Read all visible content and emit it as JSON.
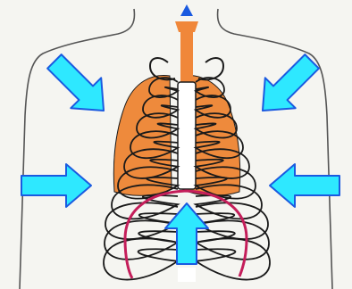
{
  "colors": {
    "background": "#f5f5f1",
    "lung_fill": "#ee8a3c",
    "lung_fill_light": "#f3a868",
    "trachea": "#f0873a",
    "rib_outline": "#1a1a1a",
    "body_outline": "#555555",
    "diaphragm": "#c41e5a",
    "arrow_fill": "#2ee8ff",
    "arrow_stroke": "#1a5ae0",
    "airflow_arrow": "#1a5ae0"
  },
  "diagram": {
    "subject": "chest-cavity-inhalation",
    "arrows": [
      {
        "id": "upper-left",
        "direction": "down-right"
      },
      {
        "id": "upper-right",
        "direction": "down-left"
      },
      {
        "id": "middle-left",
        "direction": "right"
      },
      {
        "id": "middle-right",
        "direction": "left"
      },
      {
        "id": "bottom-center",
        "direction": "up"
      }
    ],
    "icons": [
      "trachea-airflow-arrow-icon",
      "diaphragm-curve",
      "rib-cage",
      "lungs"
    ]
  }
}
